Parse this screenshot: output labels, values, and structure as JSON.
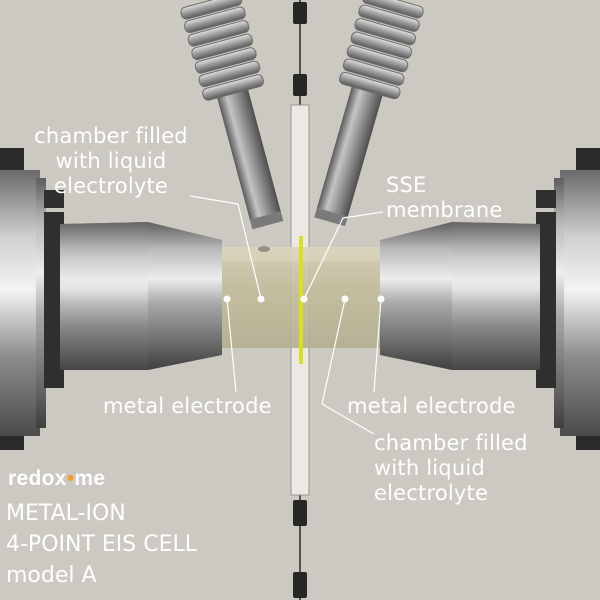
{
  "labels": {
    "chamber_top": [
      "chamber filled",
      "with liquid",
      "electrolyte"
    ],
    "sse": [
      "SSE",
      "membrane"
    ],
    "metal_left": "metal electrode",
    "metal_right": "metal electrode",
    "chamber_bottom": [
      "chamber filled",
      "with liquid",
      "electrolyte"
    ]
  },
  "brand": {
    "prefix": "redox",
    "dot": "•",
    "suffix": "me"
  },
  "product": {
    "line1": "METAL-ION",
    "line2": "4-POINT EIS CELL",
    "line3": "model A"
  },
  "colors": {
    "background": "#c9c6bf",
    "membrane": "#d8e020",
    "accent": "#f0a020",
    "text": "#ffffff"
  }
}
